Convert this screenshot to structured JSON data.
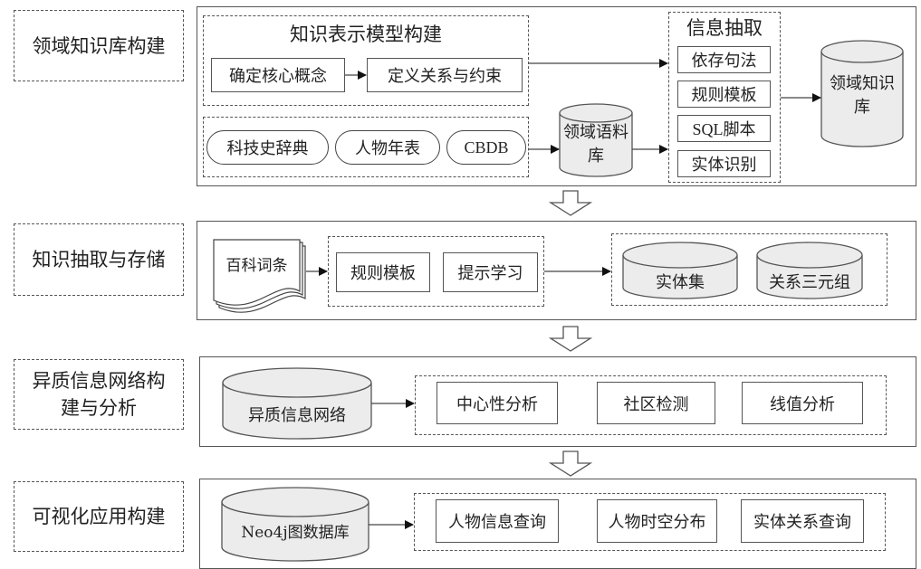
{
  "stages": [
    {
      "label": "领域知识库构建"
    },
    {
      "label": "知识抽取与存储"
    },
    {
      "label": "异质信息网络构\n建与分析"
    },
    {
      "label": "可视化应用构建"
    }
  ],
  "stage1": {
    "model_group_title": "知识表示模型构建",
    "core_concept": "确定核心概念",
    "define_relations": "定义关系与约束",
    "sources": [
      "科技史辞典",
      "人物年表",
      "CBDB"
    ],
    "corpus_db": "领域语料\n库",
    "extraction_title": "信息抽取",
    "extraction_methods": [
      "依存句法",
      "规则模板",
      "SQL脚本",
      "实体识别"
    ],
    "knowledge_base": "领域知识\n库"
  },
  "stage2": {
    "document": "百科词条",
    "methods": [
      "规则模板",
      "提示学习"
    ],
    "stores": [
      "实体集",
      "关系三元组"
    ]
  },
  "stage3": {
    "network_db": "异质信息网络",
    "analyses": [
      "中心性分析",
      "社区检测",
      "线值分析"
    ]
  },
  "stage4": {
    "graph_db": "Neo4j图数据库",
    "apps": [
      "人物信息查询",
      "人物时空分布",
      "实体关系查询"
    ]
  },
  "colors": {
    "stroke": "#555555",
    "cylinder_fill": "#ececec",
    "text": "#222222"
  }
}
